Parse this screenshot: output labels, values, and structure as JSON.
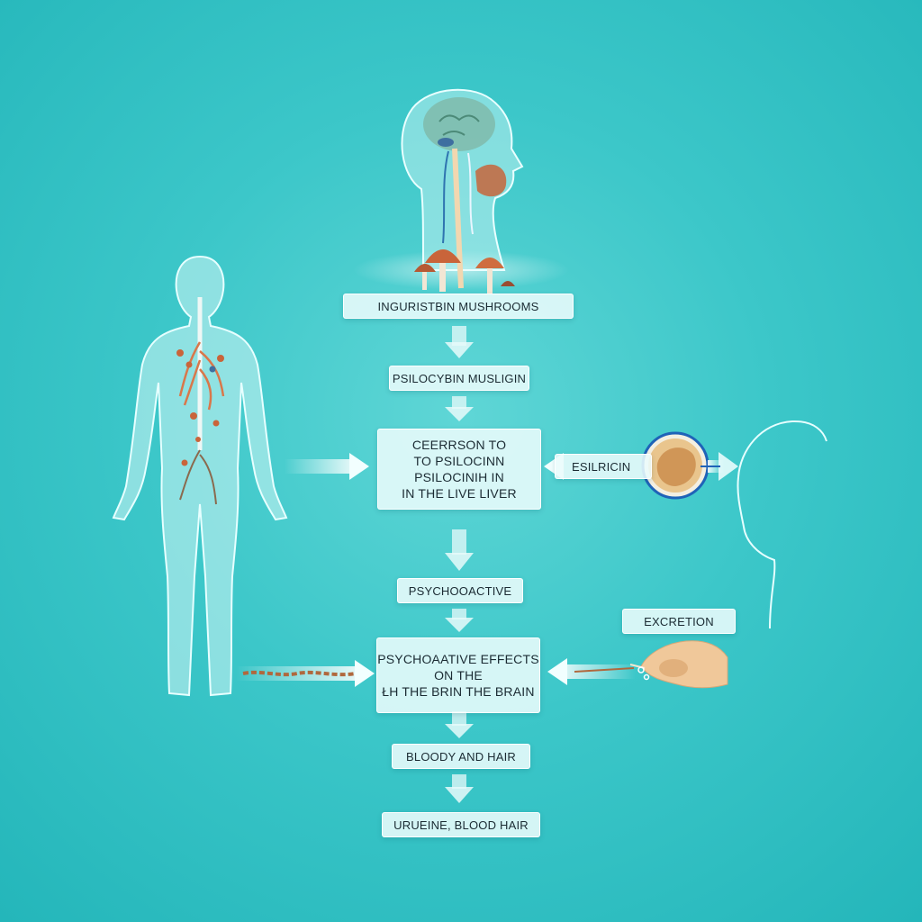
{
  "labels": {
    "ingesting": "INGURISTBIN MUSHROOMS",
    "psilocybin": "PSILOCYBIN MUSLIGIN",
    "conversion": [
      "CEERRSON TO",
      "TO PSILOCINN",
      "PSILOCINIH IN",
      "IN THE LIVE LIVER"
    ],
    "esilricin": "ESILRICIN",
    "psychoactive": "PSYCHOOACTIVE",
    "excretion": "EXCRETION",
    "effects": [
      "PSYCHOAATIVE EFFECTS",
      "ON THE",
      "ŁH THE BRIN THE BRAIN"
    ],
    "blood_hair": "BLOODY AND HAIR",
    "urine": "URUEINE, BLOOD HAIR"
  },
  "colors": {
    "background": "#3cc7c9",
    "arrow": "#e8fafa",
    "body": "#bfeff0",
    "mushroom_cap": "#c9643a",
    "nerve": "#d9774a",
    "ring": "#1f63b8"
  },
  "icons": [
    "head-profile-icon",
    "mushroom-icon",
    "body-silhouette-icon",
    "liver-cell-icon",
    "head-outline-icon",
    "hand-icon"
  ]
}
